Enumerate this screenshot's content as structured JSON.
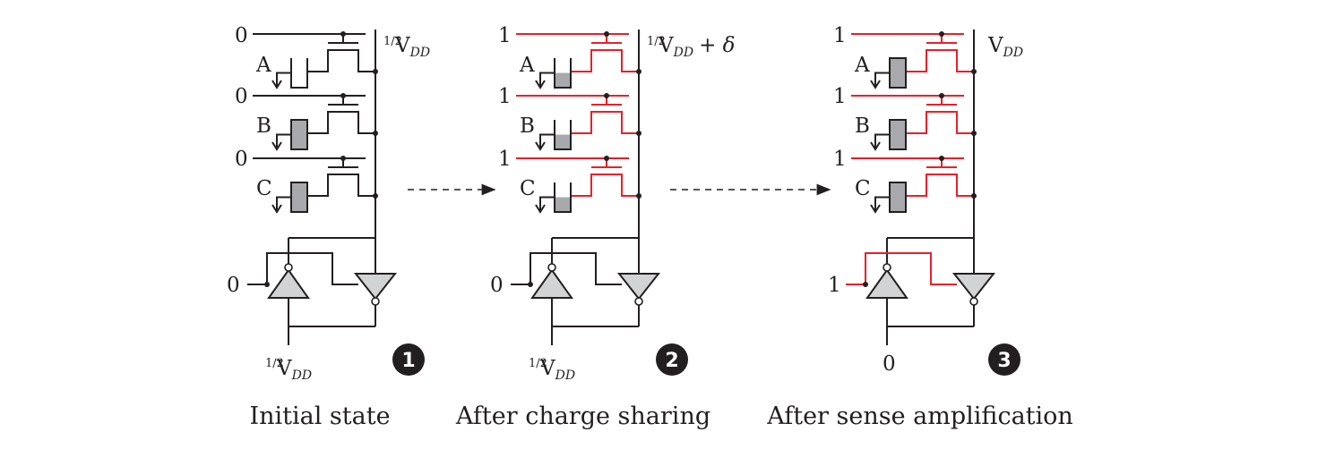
{
  "colors": {
    "wire": "#231f20",
    "active": "#e8202a",
    "cell_fill": "#a7a9ac",
    "amp_fill": "#d1d3d4",
    "badge": "#231f20"
  },
  "panels": [
    {
      "badge": "1",
      "caption": "Initial state",
      "wordlines": [
        "0",
        "0",
        "0"
      ],
      "cells": [
        "A",
        "B",
        "C"
      ],
      "cells_filled": [
        false,
        true,
        true
      ],
      "bitline_label": {
        "frac": "1/2",
        "main": "V",
        "sub": "DD",
        "extra": ""
      },
      "input_label": "0",
      "bottom_label": {
        "frac": "1/2",
        "main": "V",
        "sub": "DD"
      },
      "active": false
    },
    {
      "badge": "2",
      "caption": "After charge sharing",
      "wordlines": [
        "1",
        "1",
        "1"
      ],
      "cells": [
        "A",
        "B",
        "C"
      ],
      "cells_filled": [
        "half",
        "half",
        "half"
      ],
      "bitline_label": {
        "frac": "1/2",
        "main": "V",
        "sub": "DD",
        "extra": "+ δ"
      },
      "input_label": "0",
      "bottom_label": {
        "frac": "1/2",
        "main": "V",
        "sub": "DD"
      },
      "active": true
    },
    {
      "badge": "3",
      "caption": "After sense amplification",
      "wordlines": [
        "1",
        "1",
        "1"
      ],
      "cells": [
        "A",
        "B",
        "C"
      ],
      "cells_filled": [
        true,
        true,
        true
      ],
      "bitline_label": {
        "frac": "",
        "main": "V",
        "sub": "DD",
        "extra": ""
      },
      "input_label": "1",
      "bottom_label": {
        "frac": "",
        "main": "0",
        "sub": ""
      },
      "active": true
    }
  ]
}
